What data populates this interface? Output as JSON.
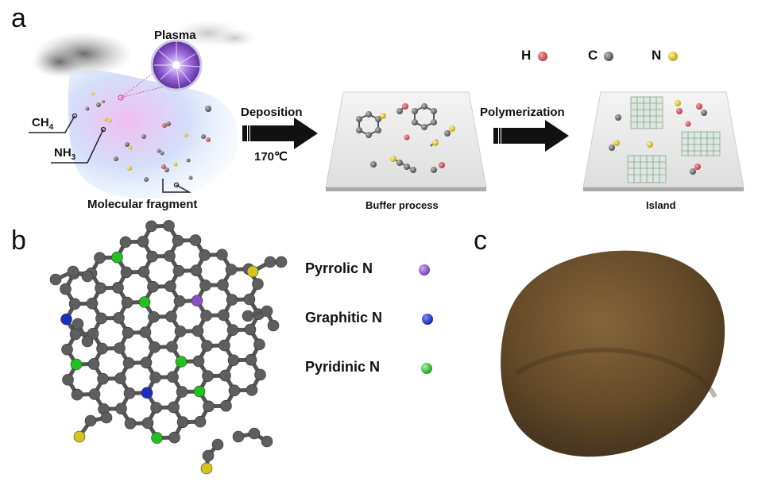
{
  "panels": {
    "a": "a",
    "b": "b",
    "c": "c"
  },
  "panel_a": {
    "plasma_label": "Plasma",
    "ch4_label": "CH",
    "ch4_sub": "4",
    "nh3_label": "NH",
    "nh3_sub": "3",
    "fragment_label": "Molecular fragment",
    "step1_label": "Deposition",
    "step1_temp": "170℃",
    "step2_label": "Polymerization",
    "stage2_caption": "Buffer process",
    "stage3_caption": "Island",
    "atom_legend": [
      {
        "symbol": "H",
        "color": "#d9555a"
      },
      {
        "symbol": "C",
        "color": "#666666"
      },
      {
        "symbol": "N",
        "color": "#e8d21c"
      }
    ]
  },
  "panel_b": {
    "legend": [
      {
        "label": "Pyrrolic N",
        "color": "#8a4fc4"
      },
      {
        "label": "Graphitic N",
        "color": "#1a2fbf"
      },
      {
        "label": "Pyridinic N",
        "color": "#21c21f"
      }
    ],
    "atom_colors": {
      "carbon": "#5e5e5e",
      "hydrogen_end": "#d4c51b"
    }
  },
  "panel_c": {
    "powder_color": "#6b4f2c"
  }
}
